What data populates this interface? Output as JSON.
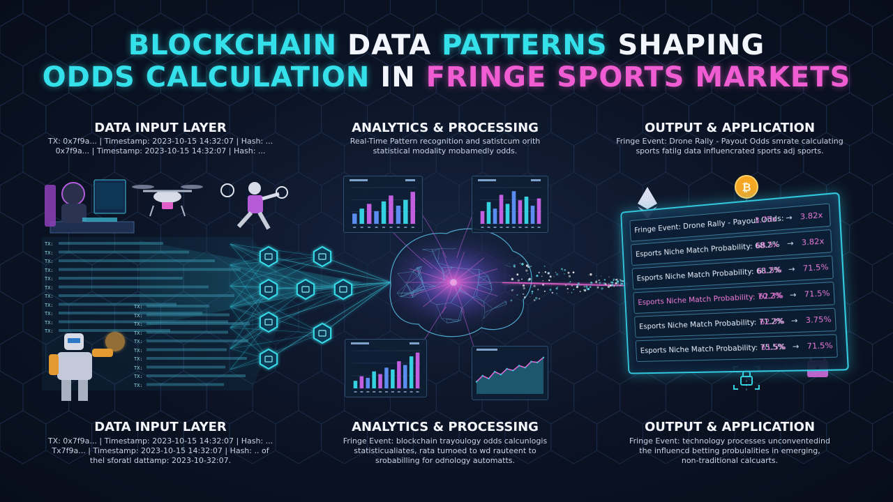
{
  "title": {
    "line1": [
      {
        "text": "BLOCKCHAIN",
        "color": "cyan"
      },
      {
        "text": "DATA",
        "color": "white"
      },
      {
        "text": "PATTERNS",
        "color": "cyan"
      },
      {
        "text": "SHAPING",
        "color": "white"
      }
    ],
    "line2": [
      {
        "text": "ODDS CALCULATION",
        "color": "cyan"
      },
      {
        "text": "IN",
        "color": "white"
      },
      {
        "text": "FRINGE SPORTS MARKETS",
        "color": "pink"
      }
    ]
  },
  "sections_top": [
    {
      "heading": "DATA INPUT LAYER",
      "sub": [
        "TX: 0x7f9a... | Timestamp: 2023-10-15 14:32:07 | Hash: ...",
        "0x7f9a... | Timestamp: 2023-10-15 14:32:07 | Hash: ..."
      ]
    },
    {
      "heading": "ANALYTICS & PROCESSING",
      "sub": [
        "Real-Time Pattern recognition and satistcum orith",
        "statistical modality mobamedly odds."
      ]
    },
    {
      "heading": "OUTPUT & APPLICATION",
      "sub": [
        "Fringe Event: Drone Rally - Payout Odds smrate calculating",
        "sports fatilg data influencrated sports adj sports."
      ]
    }
  ],
  "sections_bottom": [
    {
      "heading": "DATA INPUT LAYER",
      "sub": [
        "TX: 0x7f9a... | Timestamp: 2023-10-15 14:32:07 | Hash: ...",
        "Tx7f9a... | Timestamp: 2023-10-15 14:32:07 | Hash: .. of",
        "thel sforatl dattamp: 2023-10-32:07."
      ]
    },
    {
      "heading": "ANALYTICS & PROCESSING",
      "sub": [
        "Fringe Event: blockchain trayoulogy odds calcunlogis",
        "statisticualiates, rata tumoed to wd rauteent to",
        "srobabilling for odnology automatts."
      ]
    },
    {
      "heading": "OUTPUT & APPLICATION",
      "sub": [
        "Fringe Event: technology processes unconventedind",
        "the influencd betting probulalities in emerging,",
        "non-traditional calcuarts."
      ]
    }
  ],
  "log_lines": {
    "left": [
      "TX:",
      "TX:",
      "TX:",
      "TX:",
      "TX:",
      "TX:",
      "TX:",
      "TX:",
      "TX:",
      "TX:",
      "TX:"
    ],
    "right": [
      "TX:",
      "TX:",
      "TX:",
      "TX:",
      "TX:",
      "TX:",
      "TX:",
      "TX:",
      "TX:",
      "TX:"
    ]
  },
  "output_rows": [
    {
      "label": "Fringe Event: Drone Rally - Payout Odds:",
      "v1": "3.75x",
      "arrow": "→",
      "v2": "3.82x",
      "highlight": false
    },
    {
      "label": "Esports Niche Match Probability: 68.2%",
      "v1": "68.5x",
      "arrow": "→",
      "v2": "3.82x",
      "highlight": false
    },
    {
      "label": "Esports Niche Match Probability: 68.2%",
      "v1": "61.5%",
      "arrow": "→",
      "v2": "71.5%",
      "highlight": false
    },
    {
      "label": "Esports Niche Match Probability: 70.2%",
      "v1": "62.3%",
      "arrow": "→",
      "v2": "71.5%",
      "highlight": true
    },
    {
      "label": "Esports Niche Match Probability: 71.2%",
      "v1": "62.3%",
      "arrow": "→",
      "v2": "3.75%",
      "highlight": false
    },
    {
      "label": "Esports Niche Match Probability: 75.5%",
      "v1": "61.5%",
      "arrow": "→",
      "v2": "71.5%",
      "highlight": false
    }
  ],
  "charts": [
    {
      "id": "chart-a",
      "values": [
        0.28,
        0.42,
        0.55,
        0.35,
        0.62,
        0.78,
        0.5,
        0.66,
        0.88
      ],
      "colors": [
        "#5b8df0",
        "#36d1e0",
        "#c25ee0"
      ]
    },
    {
      "id": "chart-b",
      "values": [
        0.35,
        0.6,
        0.42,
        0.8,
        0.55,
        0.9,
        0.65,
        0.75,
        0.5,
        0.7
      ],
      "colors": [
        "#c25ee0",
        "#36d1e0",
        "#5b8df0"
      ]
    },
    {
      "id": "chart-c",
      "values": [
        0.2,
        0.32,
        0.28,
        0.45,
        0.38,
        0.55,
        0.5,
        0.72,
        0.62,
        0.85,
        0.95
      ],
      "colors": [
        "#36d1e0",
        "#c25ee0",
        "#5b8df0"
      ]
    },
    {
      "id": "chart-d",
      "values": [
        0.3,
        0.45,
        0.38,
        0.55,
        0.48,
        0.62,
        0.58,
        0.7,
        0.65,
        0.8,
        0.78,
        0.9
      ],
      "colors": [
        "#e16ad4",
        "#36d1e0"
      ]
    }
  ],
  "colors": {
    "cyan": "#34e0ea",
    "pink": "#f05dd2",
    "white": "#f2f5fb",
    "accent_blue": "#3a8bd6"
  },
  "icons": [
    "ethereum-icon",
    "bitcoin-icon",
    "lock-icon",
    "fingerprint-lock-icon",
    "hexagon-node-icon",
    "brain-network-icon",
    "gamer-icon",
    "drone-icon",
    "athlete-icon",
    "robot-icon"
  ]
}
